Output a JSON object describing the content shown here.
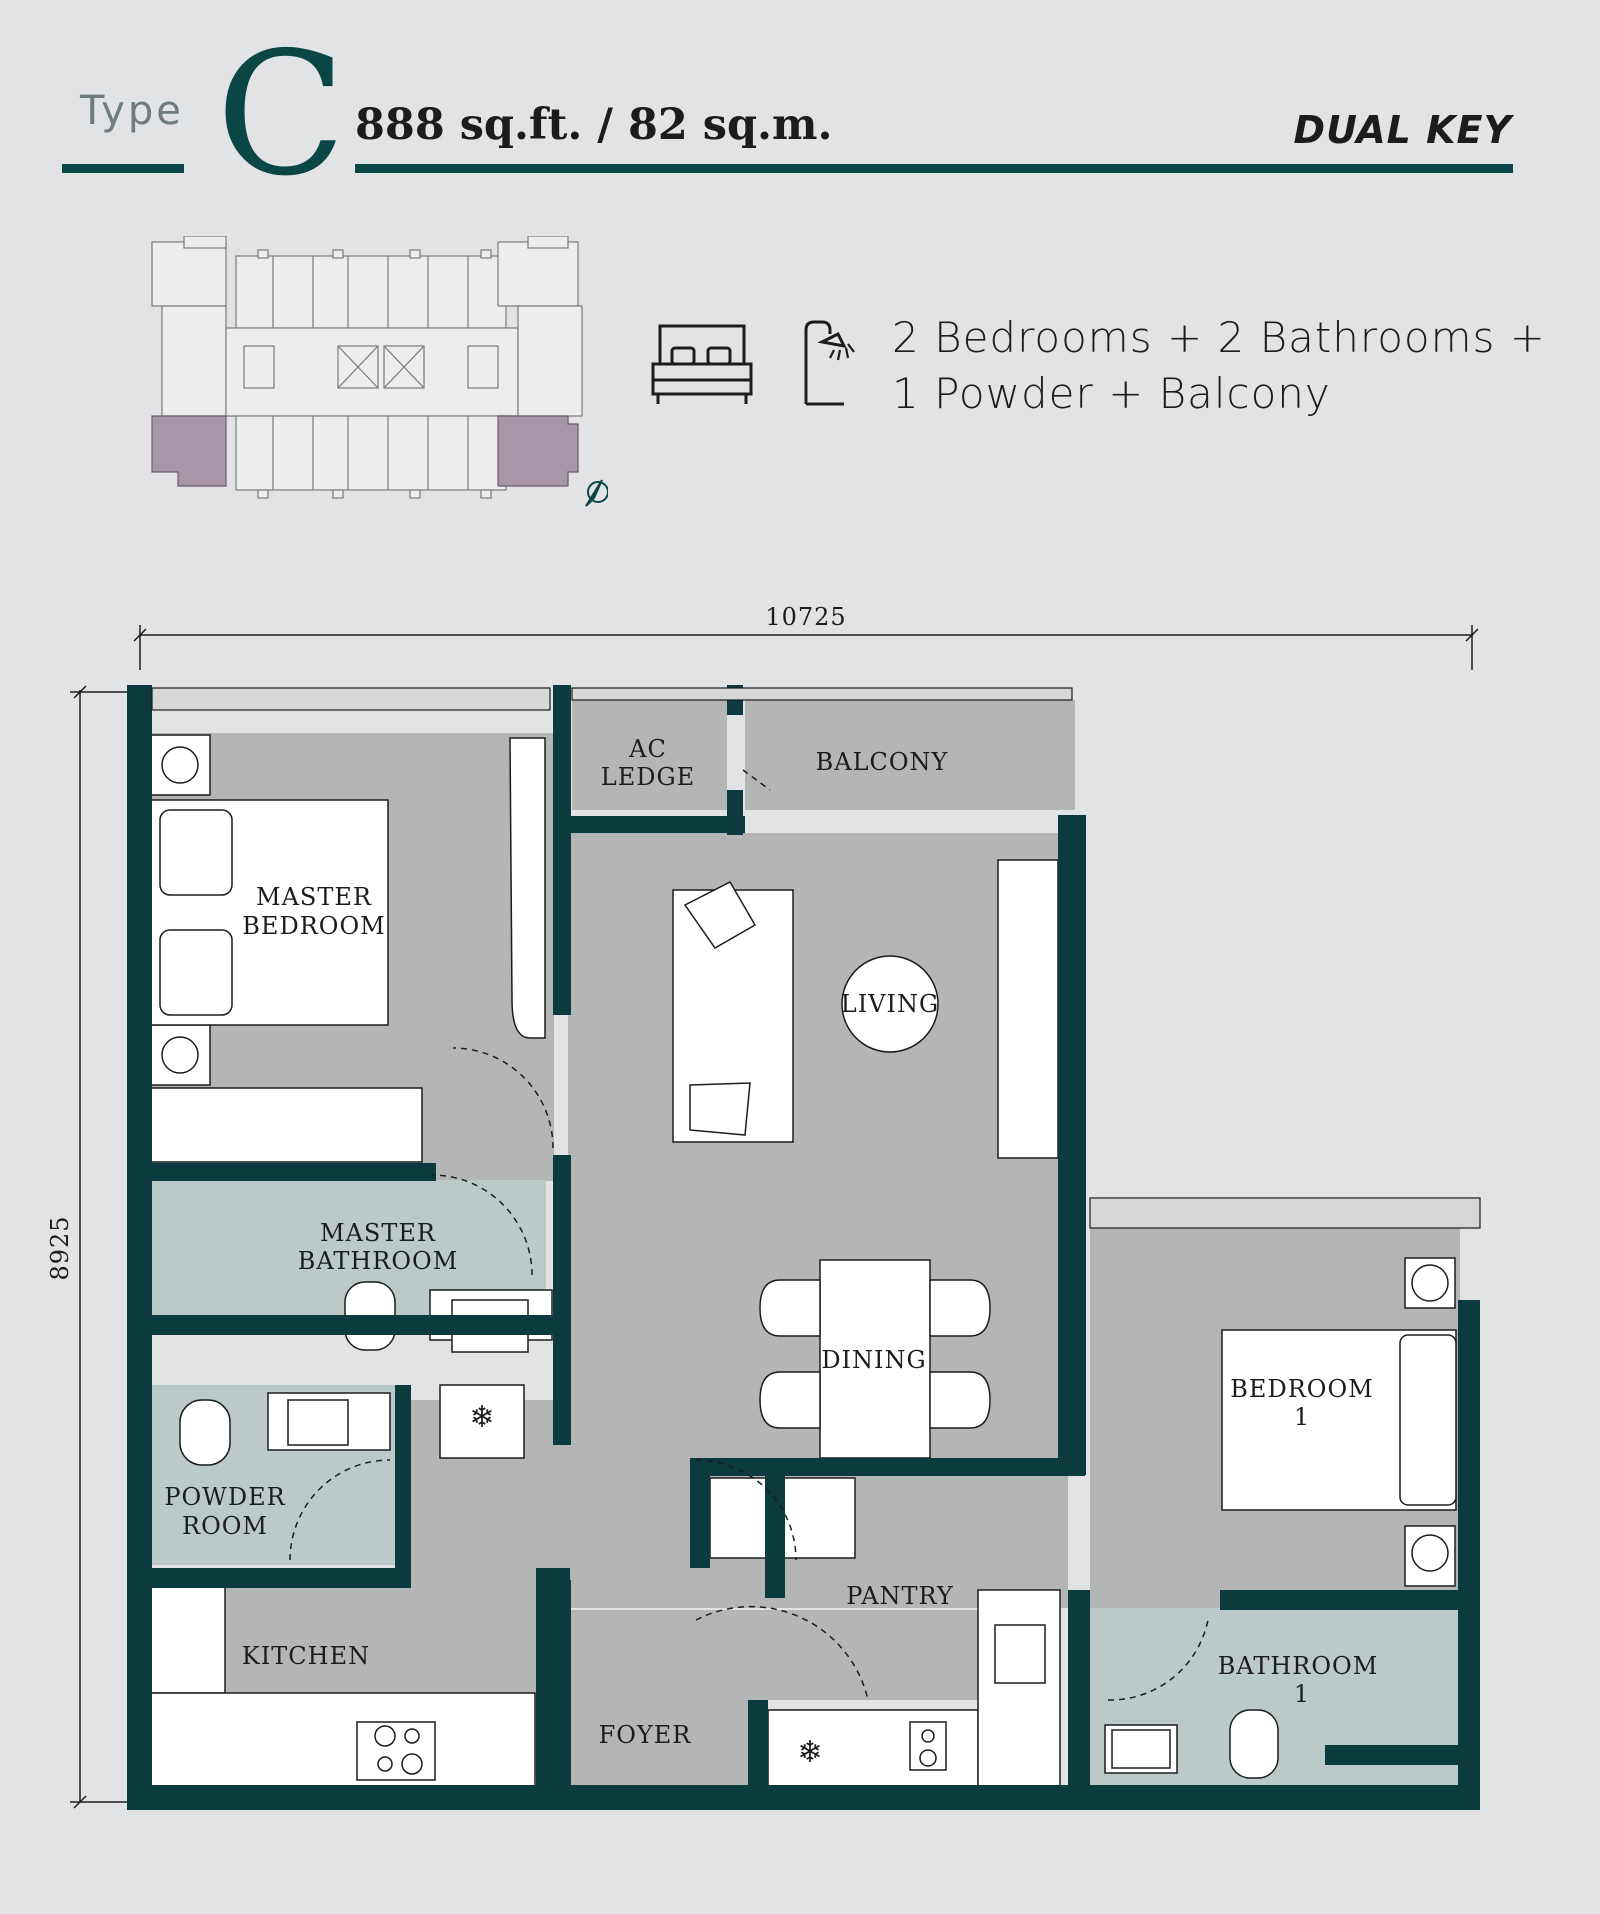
{
  "header": {
    "type_label": "Type",
    "type_letter": "C",
    "area": "888 sq.ft. / 82 sq.m.",
    "variant": "DUAL KEY"
  },
  "summary": {
    "line1": "2 Bedrooms + 2 Bathrooms +",
    "line2": "1 Powder + Balcony"
  },
  "dimensions": {
    "width": "10725",
    "height": "8925"
  },
  "rooms": {
    "ac_ledge_1": "AC",
    "ac_ledge_2": "LEDGE",
    "balcony": "BALCONY",
    "master_bedroom_1": "MASTER",
    "master_bedroom_2": "BEDROOM",
    "living": "LIVING",
    "master_bathroom_1": "MASTER",
    "master_bathroom_2": "BATHROOM",
    "dining": "DINING",
    "bedroom1_1": "BEDROOM",
    "bedroom1_2": "1",
    "powder_1": "POWDER",
    "powder_2": "ROOM",
    "pantry": "PANTRY",
    "kitchen": "KITCHEN",
    "bathroom1_1": "BATHROOM",
    "bathroom1_2": "1",
    "foyer": "FOYER"
  },
  "colors": {
    "wall": "#0b3a3f",
    "floor": "#b4b6b6",
    "wet_area": "#bcc9c9",
    "highlight_unit": "#a796a8",
    "background": "#e2e3e5"
  },
  "icons": [
    "bed-icon",
    "shower-icon",
    "north-arrow-icon",
    "fridge-icon",
    "hob-icon",
    "sink-icon",
    "toilet-icon"
  ]
}
